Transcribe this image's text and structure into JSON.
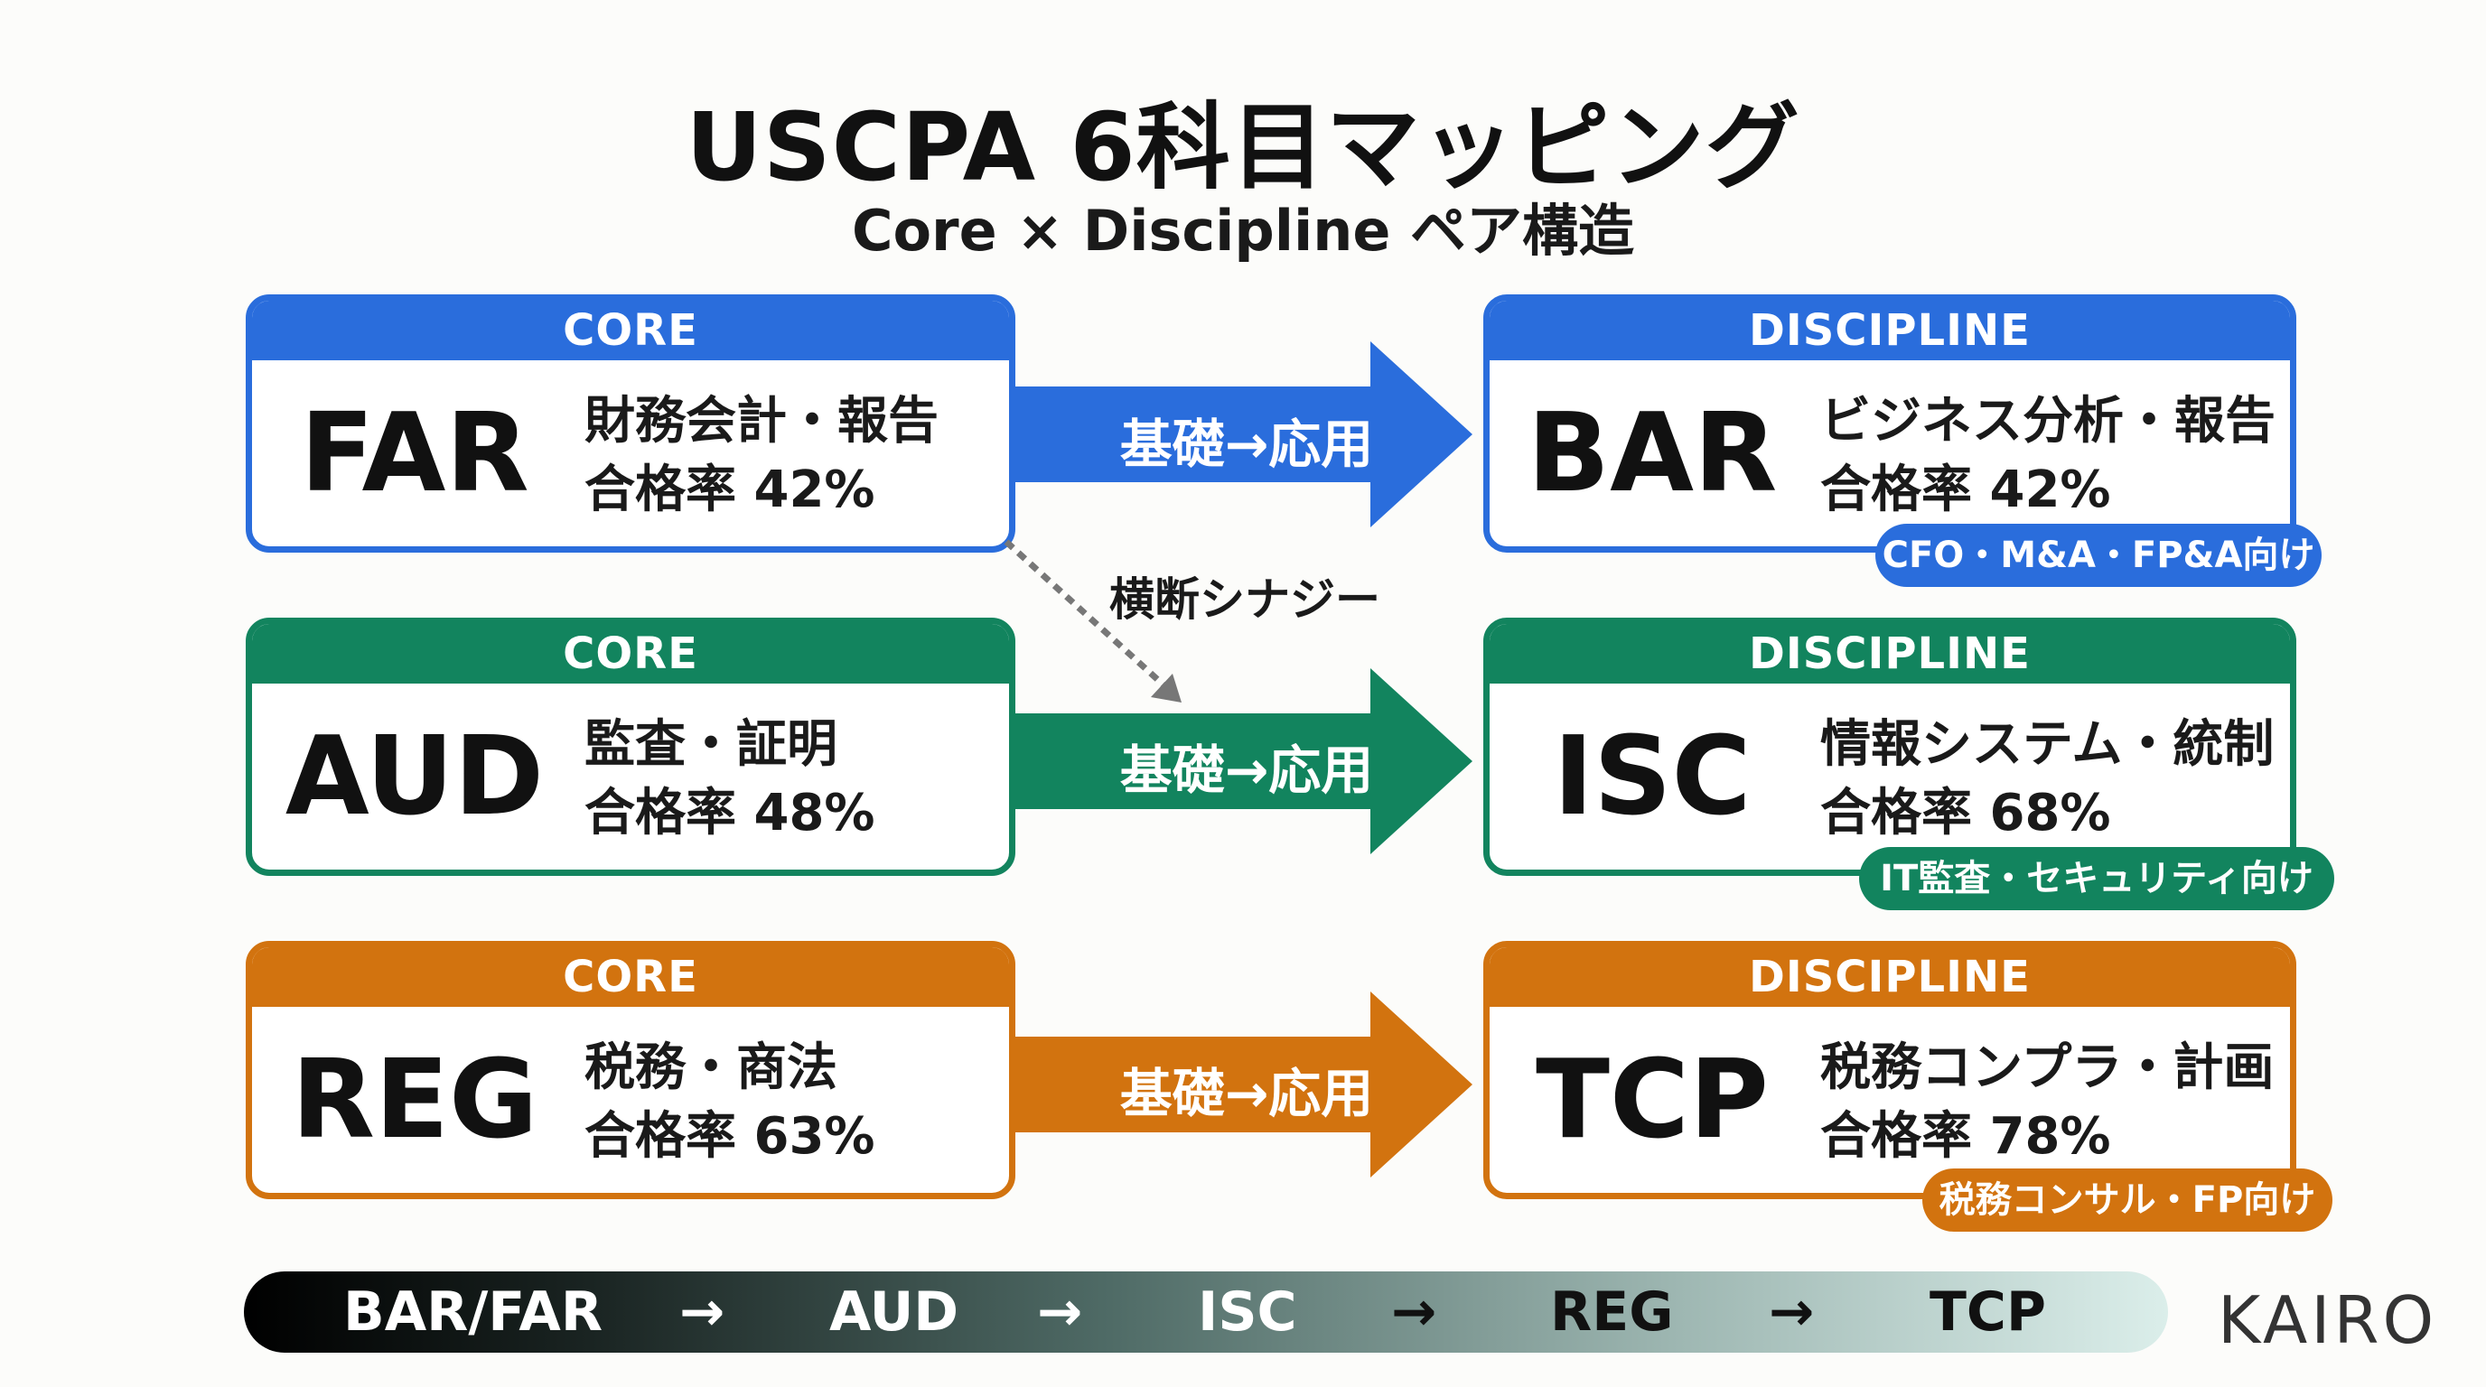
{
  "title": "USCPA 6科目マッピング",
  "subtitle": "Core × Discipline ペア構造",
  "synergy_label": "横断シナジー",
  "colors": {
    "blue": "#2a6ddc",
    "green": "#12845e",
    "orange": "#d2730f"
  },
  "rows": [
    {
      "core": {
        "header": "CORE",
        "code": "FAR",
        "desc": "財務会計・報告",
        "rate": "合格率 42%"
      },
      "arrow_label": "基礎→応用",
      "discipline": {
        "header": "DISCIPLINE",
        "code": "BAR",
        "desc": "ビジネス分析・報告",
        "rate": "合格率 42%",
        "tag": "CFO・M&A・FP&A向け"
      }
    },
    {
      "core": {
        "header": "CORE",
        "code": "AUD",
        "desc": "監査・証明",
        "rate": "合格率 48%"
      },
      "arrow_label": "基礎→応用",
      "discipline": {
        "header": "DISCIPLINE",
        "code": "ISC",
        "desc": "情報システム・統制",
        "rate": "合格率 68%",
        "tag": "IT監査・セキュリティ向け"
      }
    },
    {
      "core": {
        "header": "CORE",
        "code": "REG",
        "desc": "税務・商法",
        "rate": "合格率 63%"
      },
      "arrow_label": "基礎→応用",
      "discipline": {
        "header": "DISCIPLINE",
        "code": "TCP",
        "desc": "税務コンプラ・計画",
        "rate": "合格率 78%",
        "tag": "税務コンサル・FP向け"
      }
    }
  ],
  "roadmap": {
    "items": [
      "BAR/FAR",
      "AUD",
      "ISC",
      "REG",
      "TCP"
    ],
    "separator": "→"
  },
  "logo": "KAIRO"
}
